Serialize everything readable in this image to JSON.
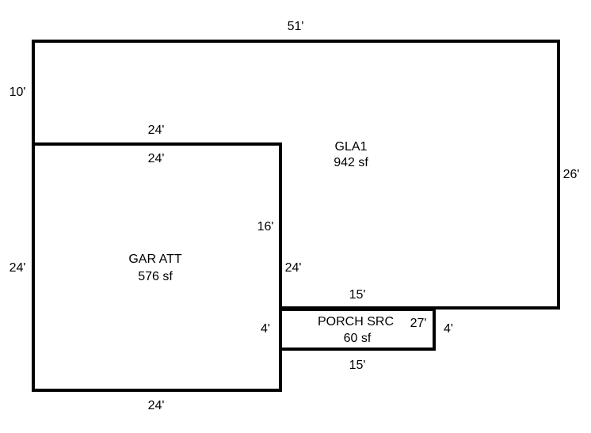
{
  "areas": {
    "gla1": {
      "name": "GLA1",
      "size": "942 sf"
    },
    "garage": {
      "name": "GAR ATT",
      "size": "576 sf"
    },
    "porch": {
      "name": "PORCH SRC",
      "size": "60 sf"
    }
  },
  "dimensions": {
    "gla_top": "51'",
    "gla_left": "10'",
    "gla_right": "26'",
    "gla_inner_top": "24'",
    "gla_inner_right": "16'",
    "gla_bottom": "15'",
    "gla_step": "24'",
    "gar_top": "24'",
    "gar_left": "24'",
    "gar_bottom": "24'",
    "gar_right_lower": "4'",
    "porch_right_inner": "27'",
    "porch_right": "4'",
    "porch_bottom": "15'"
  },
  "colors": {
    "line": "#000000",
    "background": "#ffffff"
  }
}
